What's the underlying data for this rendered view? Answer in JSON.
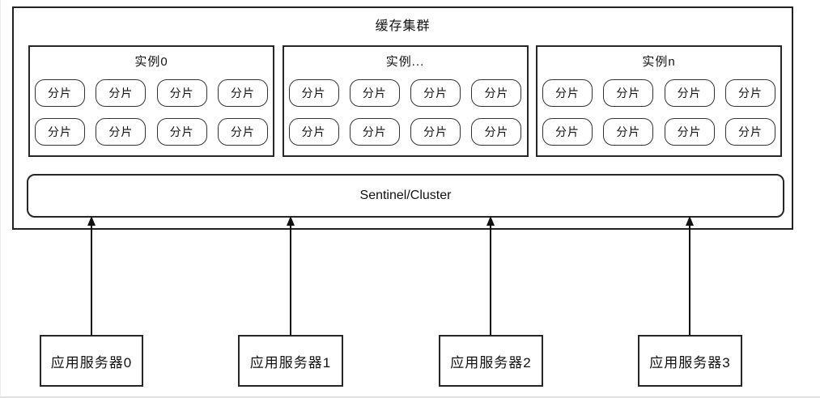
{
  "colors": {
    "line": "#222222",
    "text": "#111111",
    "background": "#ffffff"
  },
  "cluster": {
    "title": "缓存集群",
    "coordinator_label": "Sentinel/Cluster",
    "shard_label": "分片",
    "shard_rows": 2,
    "shards_per_row": 4,
    "instances": [
      {
        "label": "实例0"
      },
      {
        "label": "实例..."
      },
      {
        "label": "实例n"
      }
    ]
  },
  "servers": [
    {
      "label": "应用服务器0"
    },
    {
      "label": "应用服务器1"
    },
    {
      "label": "应用服务器2"
    },
    {
      "label": "应用服务器3"
    }
  ]
}
